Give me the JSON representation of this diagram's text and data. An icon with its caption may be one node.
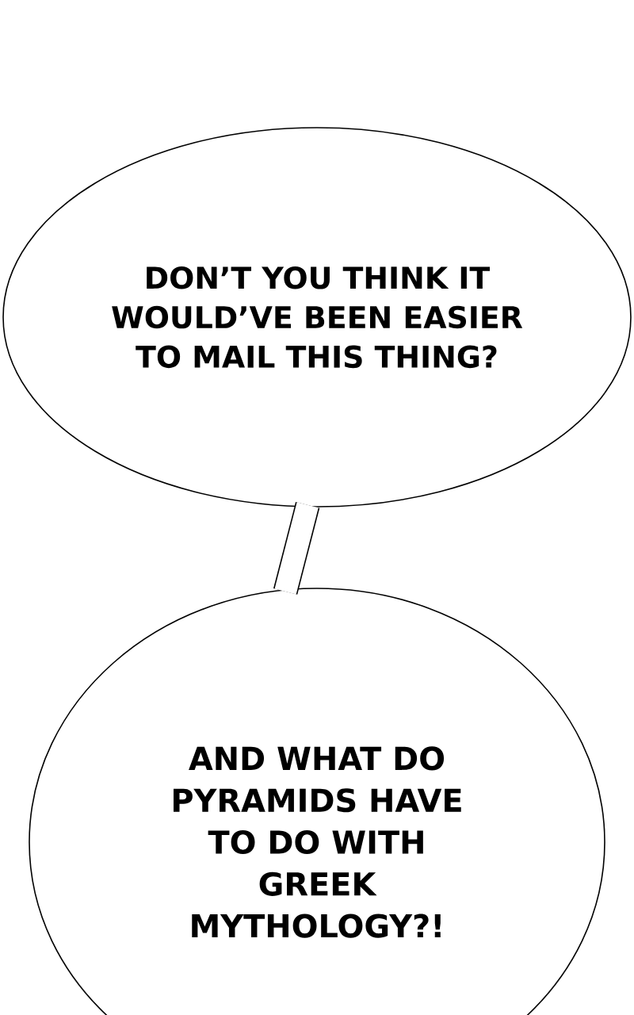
{
  "diagram": {
    "nodes": [
      {
        "text": [
          "DON’T YOU THINK IT WOULD’VE BEEN EASIER TO MAIL THIS THING?"
        ]
      },
      {
        "text": [
          "AND WHAT DO PYRAMIDS HAVE TO DO WITH GREEK MYTHOLOGY?!"
        ]
      }
    ],
    "edges": [
      {
        "from": 0,
        "to": 1,
        "arrow": "none"
      }
    ]
  }
}
